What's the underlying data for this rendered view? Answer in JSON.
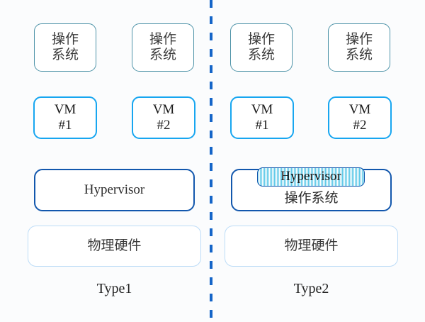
{
  "diagram": {
    "title": "Hypervisor Type1 vs Type2 architecture comparison",
    "divider": {
      "orientation": "vertical",
      "style": "dashed",
      "color": "#1565c8"
    },
    "colors": {
      "background": "#fbfcfd",
      "os_border": "#4e93a8",
      "vm_border": "#17a6f0",
      "hypervisor_border": "#1257ad",
      "hardware_border": "#bcdcf7",
      "hypervisor_stripe": "#5ec9e8",
      "divider": "#1565c8",
      "text": "#2b2b2b"
    },
    "panels": [
      {
        "id": "type1",
        "caption": "Type1",
        "guest_os": [
          {
            "line1": "操作",
            "line2": "系统"
          },
          {
            "line1": "操作",
            "line2": "系统"
          }
        ],
        "vms": [
          {
            "line1": "VM",
            "line2": "#1"
          },
          {
            "line1": "VM",
            "line2": "#2"
          }
        ],
        "hypervisor": {
          "label": "Hypervisor"
        },
        "hardware": {
          "label": "物理硬件"
        }
      },
      {
        "id": "type2",
        "caption": "Type2",
        "guest_os": [
          {
            "line1": "操作",
            "line2": "系统"
          },
          {
            "line1": "操作",
            "line2": "系统"
          }
        ],
        "vms": [
          {
            "line1": "VM",
            "line2": "#1"
          },
          {
            "line1": "VM",
            "line2": "#2"
          }
        ],
        "host_os": {
          "label": "操作系统"
        },
        "hypervisor": {
          "label": "Hypervisor"
        },
        "hardware": {
          "label": "物理硬件"
        }
      }
    ]
  }
}
